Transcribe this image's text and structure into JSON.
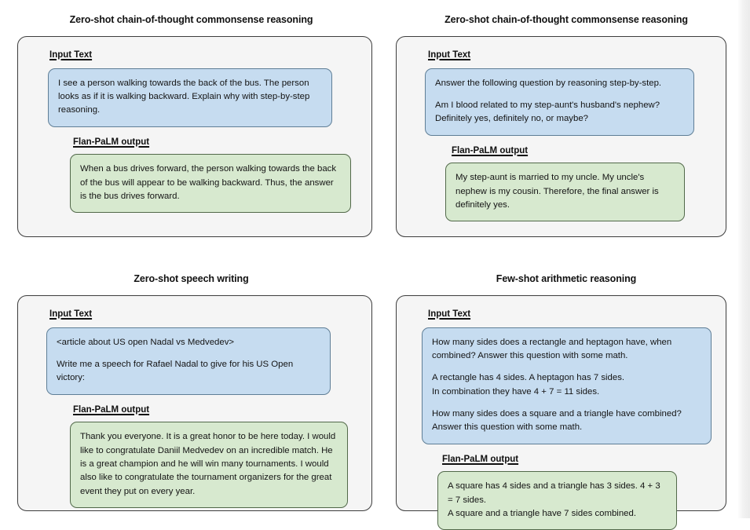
{
  "panels": [
    {
      "title": "Zero-shot chain-of-thought commonsense reasoning",
      "input_label": "Input Text",
      "output_label": "Flan-PaLM output",
      "input_paragraphs": [
        "I see a person walking towards the back of the bus. The person looks as if it is walking backward. Explain why with step-by-step reasoning."
      ],
      "output_paragraphs": [
        "When a bus drives forward, the person walking towards the back of the bus will appear to be walking backward. Thus, the answer is the bus drives forward."
      ]
    },
    {
      "title": "Zero-shot chain-of-thought commonsense reasoning",
      "input_label": "Input Text",
      "output_label": "Flan-PaLM output",
      "input_paragraphs": [
        "Answer the following question by reasoning step-by-step.",
        "Am I blood related to my step-aunt's husband's nephew? Definitely yes, definitely no, or maybe?"
      ],
      "output_paragraphs": [
        "My step-aunt is married to my uncle. My uncle's nephew is my cousin. Therefore, the final answer is definitely yes."
      ]
    },
    {
      "title": "Zero-shot speech writing",
      "input_label": "Input Text",
      "output_label": "Flan-PaLM output",
      "input_paragraphs": [
        "<article about US open Nadal vs Medvedev>",
        "Write me a speech for Rafael Nadal to give for his US Open victory:"
      ],
      "output_paragraphs": [
        "Thank you everyone. It is a great honor to be here today. I would like to congratulate Daniil Medvedev on an incredible match. He is a great champion and he will win many tournaments. I would also like to congratulate the tournament organizers for the great event they put on every year."
      ]
    },
    {
      "title": "Few-shot arithmetic reasoning",
      "input_label": "Input Text",
      "output_label": "Flan-PaLM output",
      "input_paragraphs": [
        "How many sides does a rectangle and heptagon have, when combined? Answer this question with some math.",
        "A rectangle has 4 sides. A heptagon has 7 sides.\nIn combination they have 4 + 7 = 11 sides.",
        "How many sides does a square and a triangle have combined? Answer this question with some math."
      ],
      "output_paragraphs": [
        "A square has 4 sides and a triangle has 3 sides. 4 + 3 = 7 sides.\nA square and a triangle have 7 sides combined."
      ]
    }
  ],
  "colors": {
    "input_bubble_bg": "#c6dcf0",
    "input_bubble_border": "#5f7e96",
    "output_bubble_bg": "#d7e9cf",
    "output_bubble_border": "#52694a",
    "panel_bg": "#f5f5f5",
    "panel_border": "#3d3d3d",
    "page_bg": "#ffffff",
    "text": "#151515"
  }
}
